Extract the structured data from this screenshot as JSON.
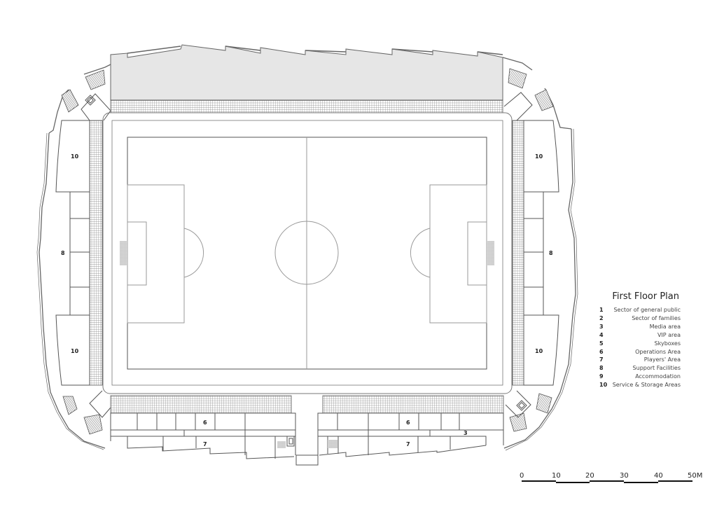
{
  "title": "First Floor Plan",
  "legend": [
    {
      "num": "1",
      "label": "Sector of general public"
    },
    {
      "num": "2",
      "label": "Sector of families"
    },
    {
      "num": "3",
      "label": "Media area"
    },
    {
      "num": "4",
      "label": "VIP area"
    },
    {
      "num": "5",
      "label": "Skyboxes"
    },
    {
      "num": "6",
      "label": "Operations Area"
    },
    {
      "num": "7",
      "label": "Players' Area"
    },
    {
      "num": "8",
      "label": "Support Facilities"
    },
    {
      "num": "9",
      "label": "Accommodation"
    },
    {
      "num": "10",
      "label": "Service & Storage Areas"
    }
  ],
  "scale_bar": {
    "ticks": [
      "0",
      "10",
      "20",
      "30",
      "40",
      "50M"
    ]
  },
  "room_labels": {
    "west_top": "10",
    "west_mid": "8",
    "west_bottom": "10",
    "east_top": "10",
    "east_mid": "8",
    "east_bottom": "10",
    "south_left_ops": "6",
    "south_left_players": "7",
    "south_right_ops": "6",
    "south_right_players": "7",
    "south_right_media": "3"
  },
  "colors": {
    "line": "#555555",
    "light_line": "#9a9a9a",
    "stand_fill": "#e6e6e6",
    "background": "#ffffff"
  }
}
